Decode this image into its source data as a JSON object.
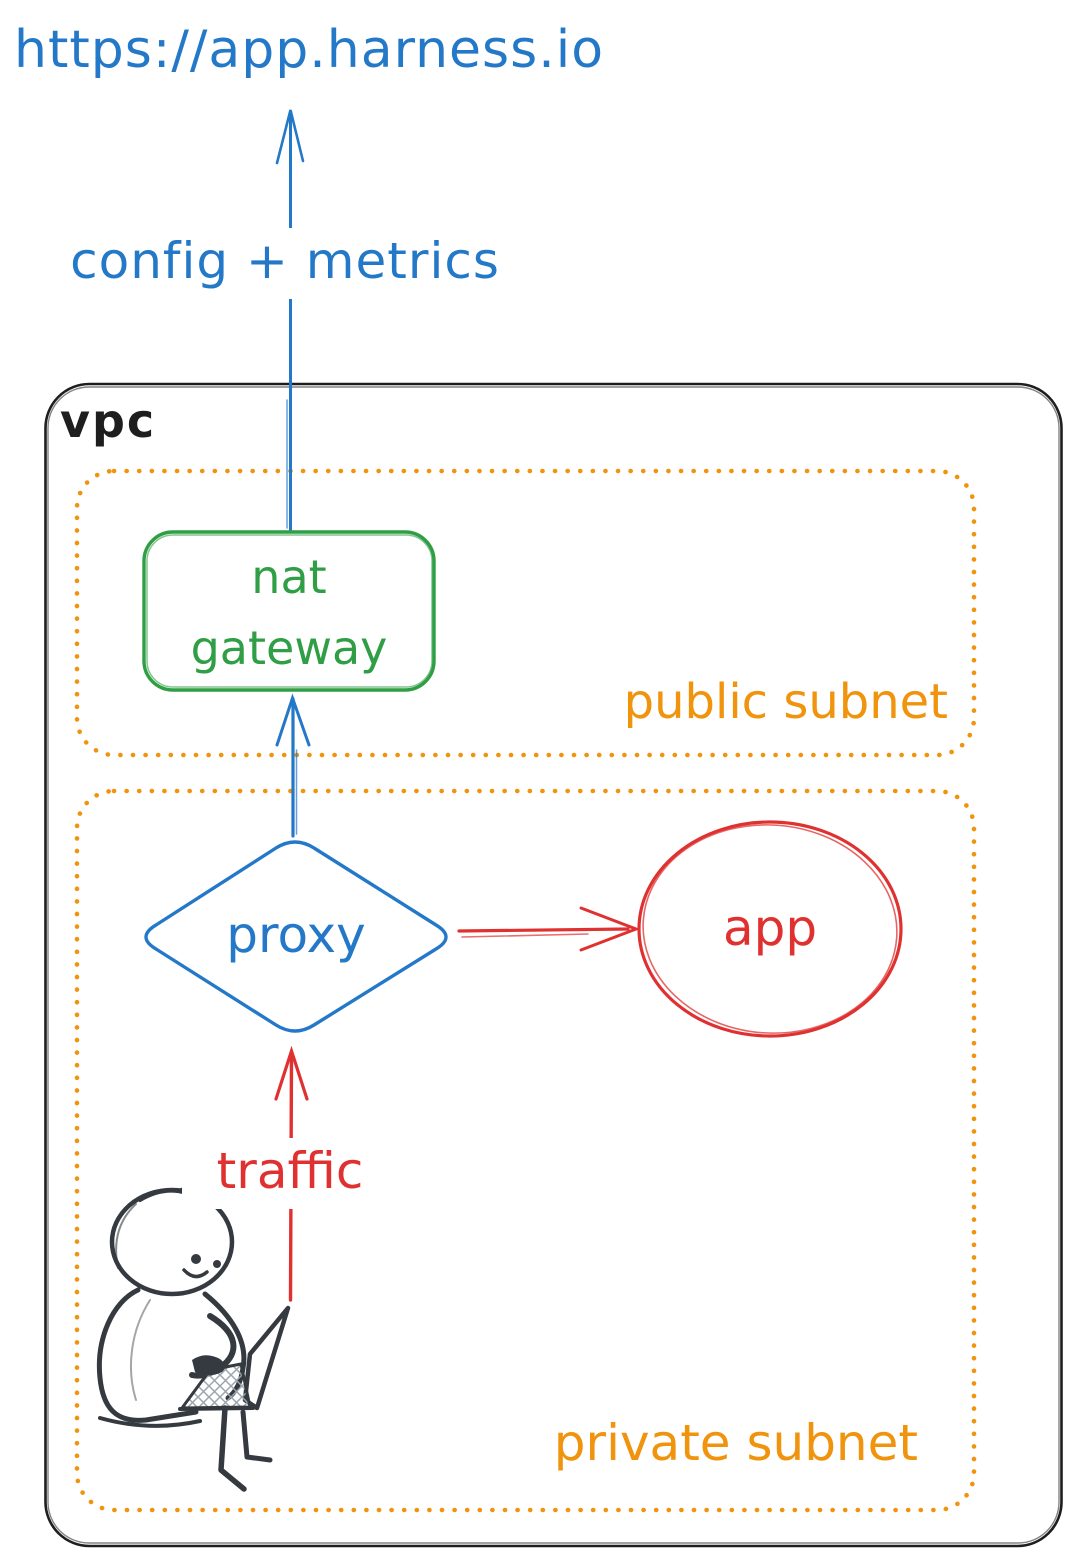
{
  "diagram": {
    "title_url": "https://app.harness.io",
    "arrows": {
      "config_metrics_label": "config + metrics",
      "traffic_label": "traffic"
    },
    "vpc": {
      "label": "vpc",
      "public_subnet": {
        "label": "public subnet",
        "nat_gateway": {
          "line1": "nat",
          "line2": "gateway"
        }
      },
      "private_subnet": {
        "label": "private subnet",
        "proxy_label": "proxy",
        "app_label": "app"
      }
    },
    "colors": {
      "blue": "#2478c8",
      "green": "#2f9e44",
      "orange": "#f0930d",
      "red": "#e03131",
      "ink": "#1e1e1e",
      "figure": "#343a40"
    }
  }
}
